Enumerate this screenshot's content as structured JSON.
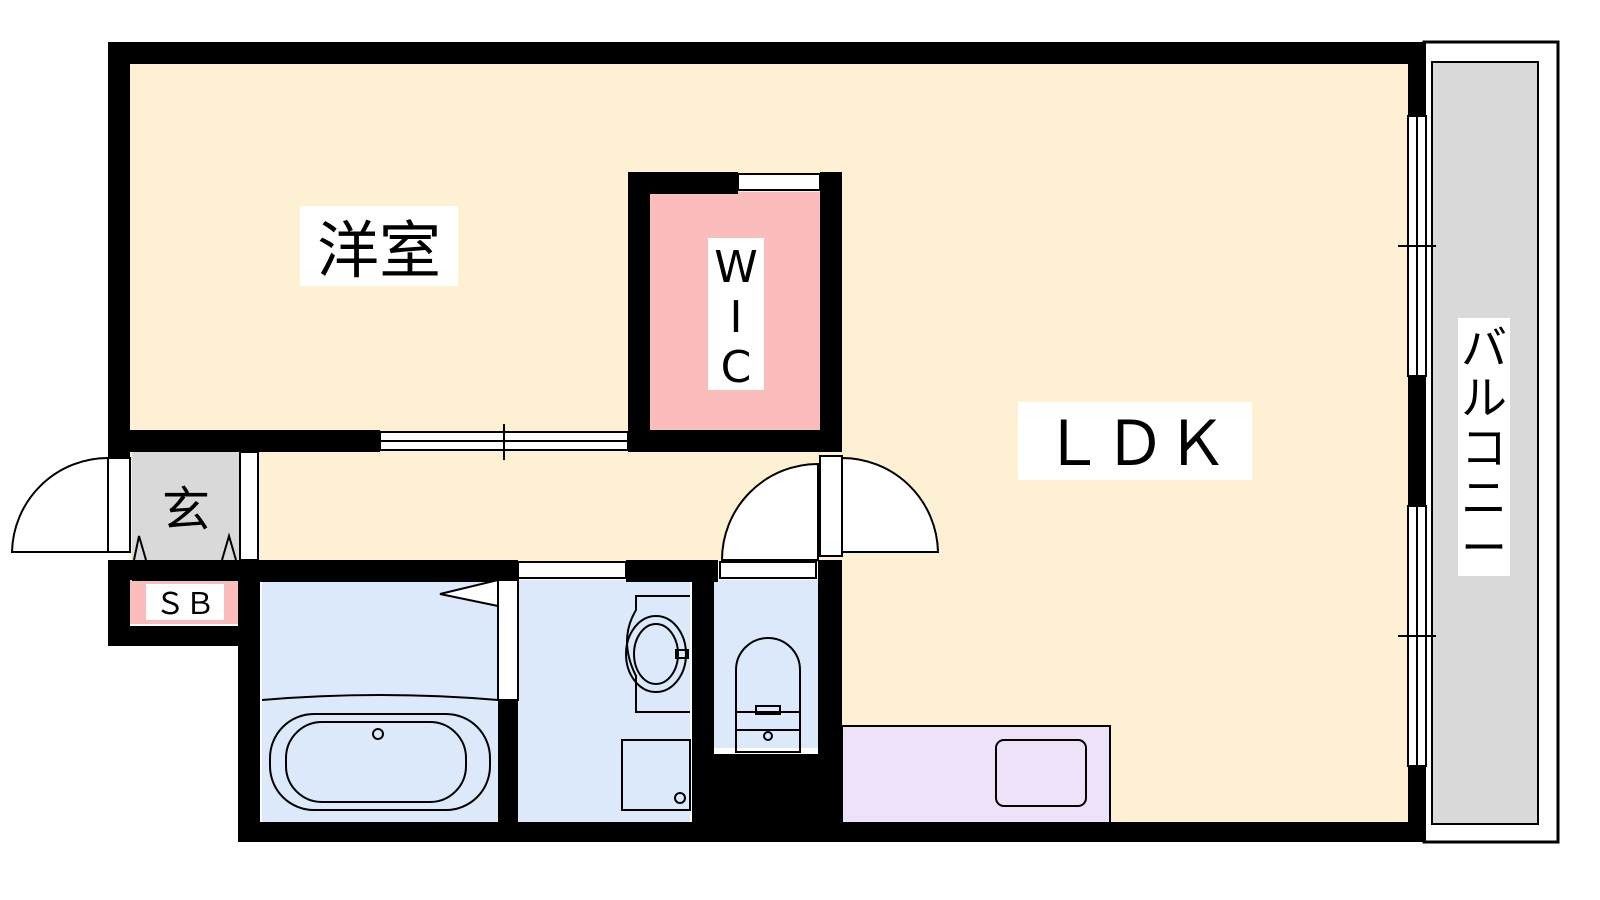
{
  "rooms": {
    "western_room": {
      "label": "洋室",
      "color": "#fdf0d3"
    },
    "wic": {
      "label_lines": [
        "W",
        "I",
        "C"
      ],
      "color": "#fbbcbc"
    },
    "ldk": {
      "label": "ＬＤＫ",
      "color": "#fdf0d3"
    },
    "entrance": {
      "label": "玄",
      "color": "#d9d9d9"
    },
    "shoe_box": {
      "label": "ＳＢ",
      "color": "#fbbcbc"
    },
    "balcony": {
      "label_chars": [
        "バ",
        "ル",
        "コ",
        "ニ",
        "ー"
      ],
      "color": "#d9d9d9"
    },
    "bath": {
      "color": "#dbe9fb"
    },
    "washroom": {
      "color": "#dbe9fb"
    },
    "toilet": {
      "color": "#dbe9fb"
    },
    "kitchen": {
      "color": "#ede2f7"
    }
  },
  "colors": {
    "wall": "#000000",
    "fixture_line": "#000000",
    "background": "#ffffff"
  }
}
